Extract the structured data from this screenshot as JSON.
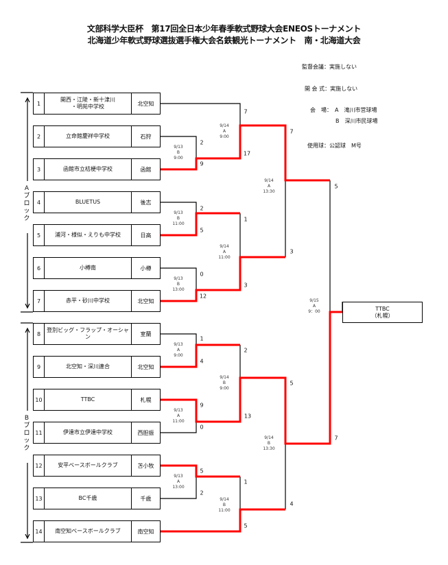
{
  "title_line1": "文部科学大臣杯　第17回全日本少年春季軟式野球大会ENEOSトーナメント",
  "title_line2": "北海道少年軟式野球選抜選手権大会名鉄観光トーナメント　南・北海道大会",
  "info": {
    "meeting": "監督会議：実施しない",
    "ceremony": "開 会 式：実施しない",
    "venue_a": "会　場：　A　滝川市営球場",
    "venue_b": "B　深川市民球場",
    "ball": "使用球：公認球　M号"
  },
  "blocks": {
    "a": "Aブロック",
    "b": "Bブロック"
  },
  "teams": [
    {
      "no": "1",
      "name": "開西・江陵・新十津川\n・明苑中学校",
      "area": "北空知"
    },
    {
      "no": "2",
      "name": "立命館慶祥中学校",
      "area": "石狩"
    },
    {
      "no": "3",
      "name": "函館市立桔梗中学校",
      "area": "函館"
    },
    {
      "no": "4",
      "name": "BLUETUS",
      "area": "後志"
    },
    {
      "no": "5",
      "name": "浦河・様似・えりも中学校",
      "area": "日高"
    },
    {
      "no": "6",
      "name": "小樽南",
      "area": "小樽"
    },
    {
      "no": "7",
      "name": "赤平・砂川中学校",
      "area": "北空知"
    },
    {
      "no": "8",
      "name": "登別ビッグ・フラップ・オーシャン",
      "area": "室蘭"
    },
    {
      "no": "9",
      "name": "北空知・深川連合",
      "area": "北空知"
    },
    {
      "no": "10",
      "name": "TTBC",
      "area": "札幌"
    },
    {
      "no": "11",
      "name": "伊達市立伊達中学校",
      "area": "西胆振"
    },
    {
      "no": "12",
      "name": "安平ベースボールクラブ",
      "area": "苫小牧"
    },
    {
      "no": "13",
      "name": "BC千歳",
      "area": "千歳"
    },
    {
      "no": "14",
      "name": "南空知ベースボールクラブ",
      "area": "南空知"
    }
  ],
  "scores": [
    "7",
    "17",
    "2",
    "9",
    "2",
    "5",
    "1",
    "0",
    "12",
    "3",
    "7",
    "3",
    "5",
    "1",
    "4",
    "9",
    "0",
    "2",
    "13",
    "5",
    "2",
    "1",
    "5",
    "5",
    "4",
    "7"
  ],
  "schedules": [
    "9/13\nB\n9:00",
    "9/14\nA\n9:00",
    "9/13\nB\n11:00",
    "9/14\nA\n11:00",
    "9/13\nB\n13:00",
    "9/14\nA\n13:30",
    "9/15\nA\n9：00",
    "9/13\nA\n9:00",
    "9/14\nB\n9:00",
    "9/13\nA\n11:00",
    "9/14\nB\n13:30",
    "9/13\nA\n13:00",
    "9/14\nB\n11:00"
  ],
  "champion": {
    "name": "TTBC",
    "area": "（札幌）"
  },
  "colors": {
    "winner_line": "#ff0000",
    "line": "#000000"
  }
}
